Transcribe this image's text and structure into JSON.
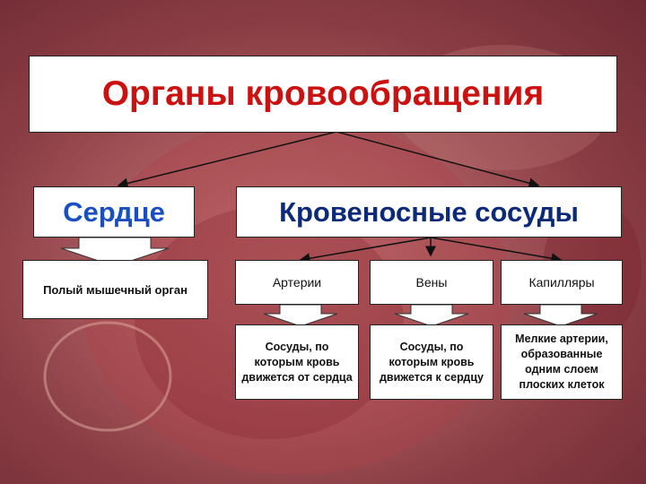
{
  "title": "Органы кровообращения",
  "heart": {
    "label": "Сердце",
    "description": "Полый мышечный орган"
  },
  "vessels": {
    "label": "Кровеносные сосуды",
    "types": [
      {
        "name": "Артерии",
        "description": "Сосуды, по которым кровь движется от сердца"
      },
      {
        "name": "Вены",
        "description": "Сосуды, по которым кровь движется к сердцу"
      },
      {
        "name": "Капилляры",
        "description": "Мелкие артерии, образованные одним слоем плоских клеток"
      }
    ]
  },
  "colors": {
    "title": "#cc1111",
    "heart_label": "#1a4fc4",
    "vessels_label": "#0d2a7a",
    "background": "#a85a5e"
  }
}
